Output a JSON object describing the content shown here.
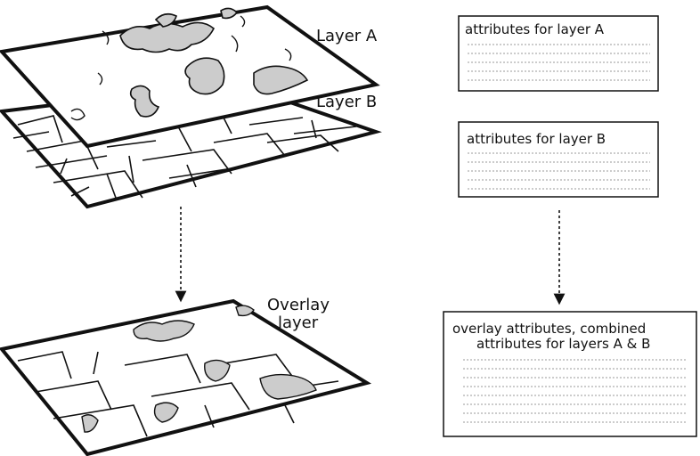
{
  "labels": {
    "layer_a": "Layer A",
    "layer_b": "Layer B",
    "overlay_line1": "Overlay",
    "overlay_line2": "layer"
  },
  "boxes": {
    "layer_a": {
      "title": "attributes for layer A"
    },
    "layer_b": {
      "title": "attributes for layer B"
    },
    "overlay": {
      "line1": "overlay attributes, combined",
      "line2": "attributes for layers A & B"
    }
  },
  "colors": {
    "ink": "#111111",
    "fill_gray": "#cccccc",
    "dotted": "#999999",
    "background": "#ffffff"
  }
}
